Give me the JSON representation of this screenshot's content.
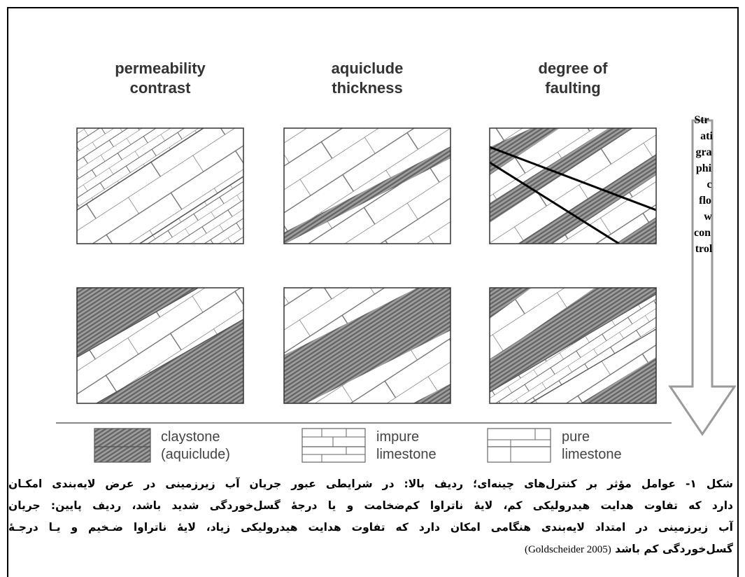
{
  "diagram": {
    "columns": [
      {
        "line1": "permeability",
        "line2": "contrast"
      },
      {
        "line1": "aquiclude",
        "line2": "thickness"
      },
      {
        "line1": "degree of",
        "line2": "faulting"
      }
    ],
    "arrow_label_lines": [
      "Str",
      "ati",
      "gra",
      "phi",
      "c",
      "flo",
      "w",
      "con",
      "trol"
    ],
    "legend": [
      {
        "line1": "claystone",
        "line2": "(aquiclude)"
      },
      {
        "line1": "impure",
        "line2": "limestone"
      },
      {
        "line1": "pure",
        "line2": "limestone"
      }
    ]
  },
  "caption": {
    "lines": [
      "شکل ۱- عوامل مؤثر بر کنترل‌های چینه‌ای؛ ردیف بالا: در شرایطی عبور جریان آب زیرزمینی در عرض لایه‌بندی امکـان",
      "دارد که تفاوت هدایت هیدرولیکی کم، لایهٔ ناتراوا کم‌ضخامت و یا درجهٔ گسل‌خوردگی شدید باشد، ردیف پایین: جریان",
      "آب زیرزمینی در امتداد لایه‌بندی هنگامی امکان دارد که تفاوت هدایت هیدرولیکی زیاد، لایهٔ ناتراوا ضـخیم و یـا درجـهٔ"
    ],
    "last_line": "گسل‌خوردگی کم باشد",
    "reference": "(Goldscheider 2005)"
  }
}
